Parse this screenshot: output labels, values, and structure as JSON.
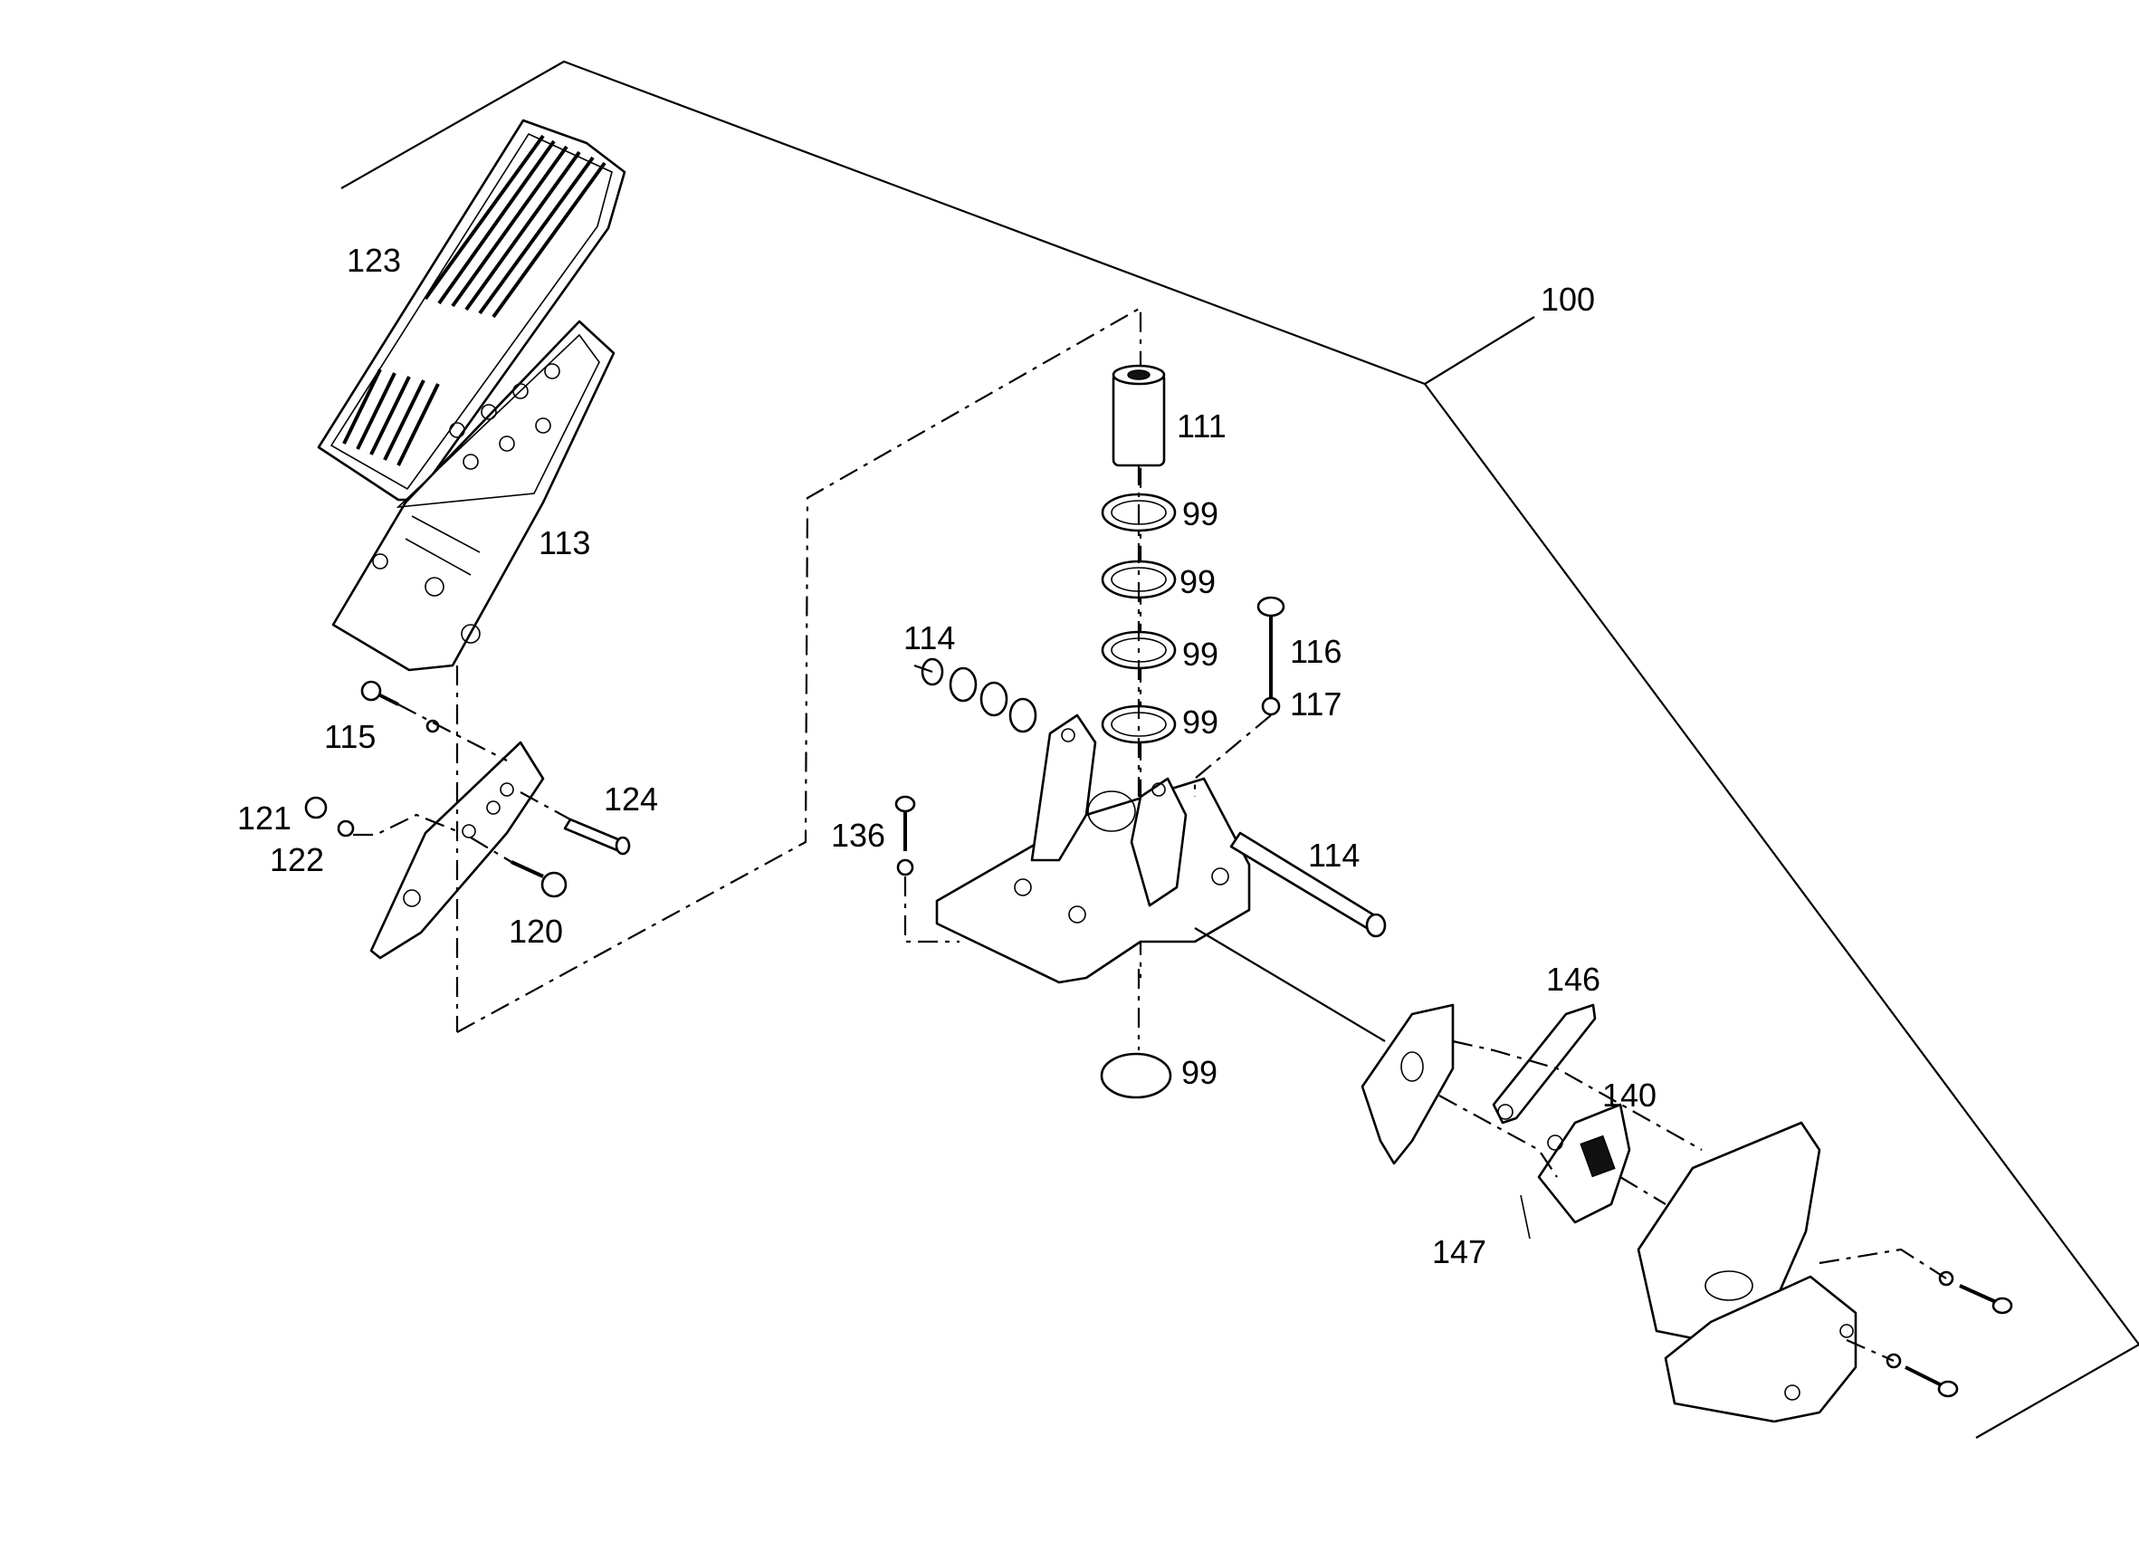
{
  "labels": {
    "l100": "100",
    "l123": "123",
    "l113": "113",
    "l111": "111",
    "l99a": "99",
    "l99b": "99",
    "l99c": "99",
    "l99d": "99",
    "l99e": "99",
    "l114a": "114",
    "l114b": "114",
    "l116": "116",
    "l117": "117",
    "l115": "115",
    "l121": "121",
    "l122": "122",
    "l124": "124",
    "l120": "120",
    "l136": "136",
    "l146": "146",
    "l140": "140",
    "l147": "147"
  }
}
